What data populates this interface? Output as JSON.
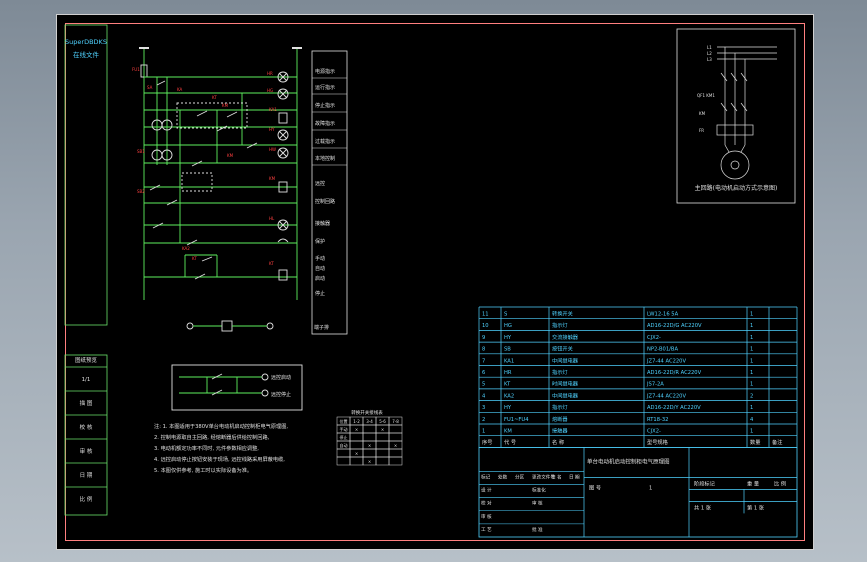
{
  "side_block": {
    "brand_line1": "SuperDBDKS",
    "brand_line2": "在线文件",
    "mid_label": "图纸预览",
    "cells": [
      "1/1",
      "描 图",
      "校 核",
      "审 核",
      "日 期",
      "比 例"
    ]
  },
  "control_labels": [
    "电源指示",
    "运行指示",
    "停止指示",
    "故障指示",
    "过载指示",
    "本地控制",
    "远控",
    "控制回路",
    "接触器",
    "保护",
    "手动",
    "自动",
    "启动",
    "停止"
  ],
  "terminal_label": "端子排",
  "remote_labels": [
    "远控启动",
    "远控停止"
  ],
  "notes": [
    "注: 1. 本图适用于380V单台电动机启动控制柜电气原理图,",
    "   2. 控制电源取自主回路, 经熔断器后供给控制回路,",
    "   3. 电动机额定功率不同时, 元件参数相应调整,",
    "   4. 远控启动停止按钮安装于现场, 远控线路采用屏蔽电缆,",
    "   5. 本图仅供参考, 施工时以实际设备为准。"
  ],
  "small_table": {
    "title": "转换开关接线表",
    "header": [
      "位置",
      "1-2",
      "3-4",
      "5-6",
      "7-8"
    ],
    "rows": [
      [
        "手动",
        "×",
        "",
        "×",
        ""
      ],
      [
        "停止",
        "",
        "",
        "",
        ""
      ],
      [
        "自动",
        "",
        "×",
        "",
        "×"
      ],
      [
        "",
        "×",
        "",
        "",
        ""
      ],
      [
        "",
        "",
        "×",
        "",
        ""
      ]
    ]
  },
  "motor_caption": "主回路(电动机启动方式示意图)",
  "bom": {
    "rows": [
      [
        "11",
        "S",
        "转换开关",
        "LW12-16 5A",
        "1",
        ""
      ],
      [
        "10",
        "HG",
        "指示灯",
        "AD16-22D/G AC220V",
        "1",
        ""
      ],
      [
        "9",
        "HY",
        "交流接触器",
        "CJX2-",
        "1",
        ""
      ],
      [
        "8",
        "SB",
        "按钮开关",
        "NP2-B01/BA",
        "1",
        ""
      ],
      [
        "7",
        "KA1",
        "中间继电器",
        "JZ7-44 AC220V",
        "1",
        ""
      ],
      [
        "6",
        "HR",
        "指示灯",
        "AD16-22D/R AC220V",
        "1",
        ""
      ],
      [
        "5",
        "KT",
        "时间继电器",
        "JS7-2A",
        "1",
        ""
      ],
      [
        "4",
        "KA2",
        "中间继电器",
        "JZ7-44 AC220V",
        "2",
        ""
      ],
      [
        "3",
        "HY",
        "指示灯",
        "AD16-22D/Y AC220V",
        "1",
        ""
      ],
      [
        "2",
        "FU1~FU4",
        "熔断器",
        "RT18-32",
        "4",
        ""
      ],
      [
        "1",
        "KM",
        "接触器",
        "CJX2-",
        "1",
        ""
      ]
    ],
    "header": [
      "序号",
      "代 号",
      "名 称",
      "型号规格",
      "数量",
      "备注"
    ]
  },
  "title_block": {
    "drawing_title": "单台电动机启动控制柜电气原理图",
    "left_rows": [
      [
        "标记",
        "处数",
        "分区",
        "更改文件号",
        "签 名",
        "日 期"
      ],
      [
        "设 计",
        "",
        "",
        "标准化",
        "",
        ""
      ],
      [
        "校 对",
        "",
        "",
        "审 核",
        "",
        ""
      ],
      [
        "审 核",
        "",
        "",
        "",
        "",
        ""
      ],
      [
        "工 艺",
        "",
        "",
        "批 准",
        "",
        ""
      ]
    ],
    "stage_label": "阶段标记",
    "weight_label": "重 量",
    "scale_label": "比 例",
    "sheet_count": "共 1 张",
    "sheet_no": "第 1 张",
    "figure_no_label": "图 号",
    "figure_no": "1"
  }
}
